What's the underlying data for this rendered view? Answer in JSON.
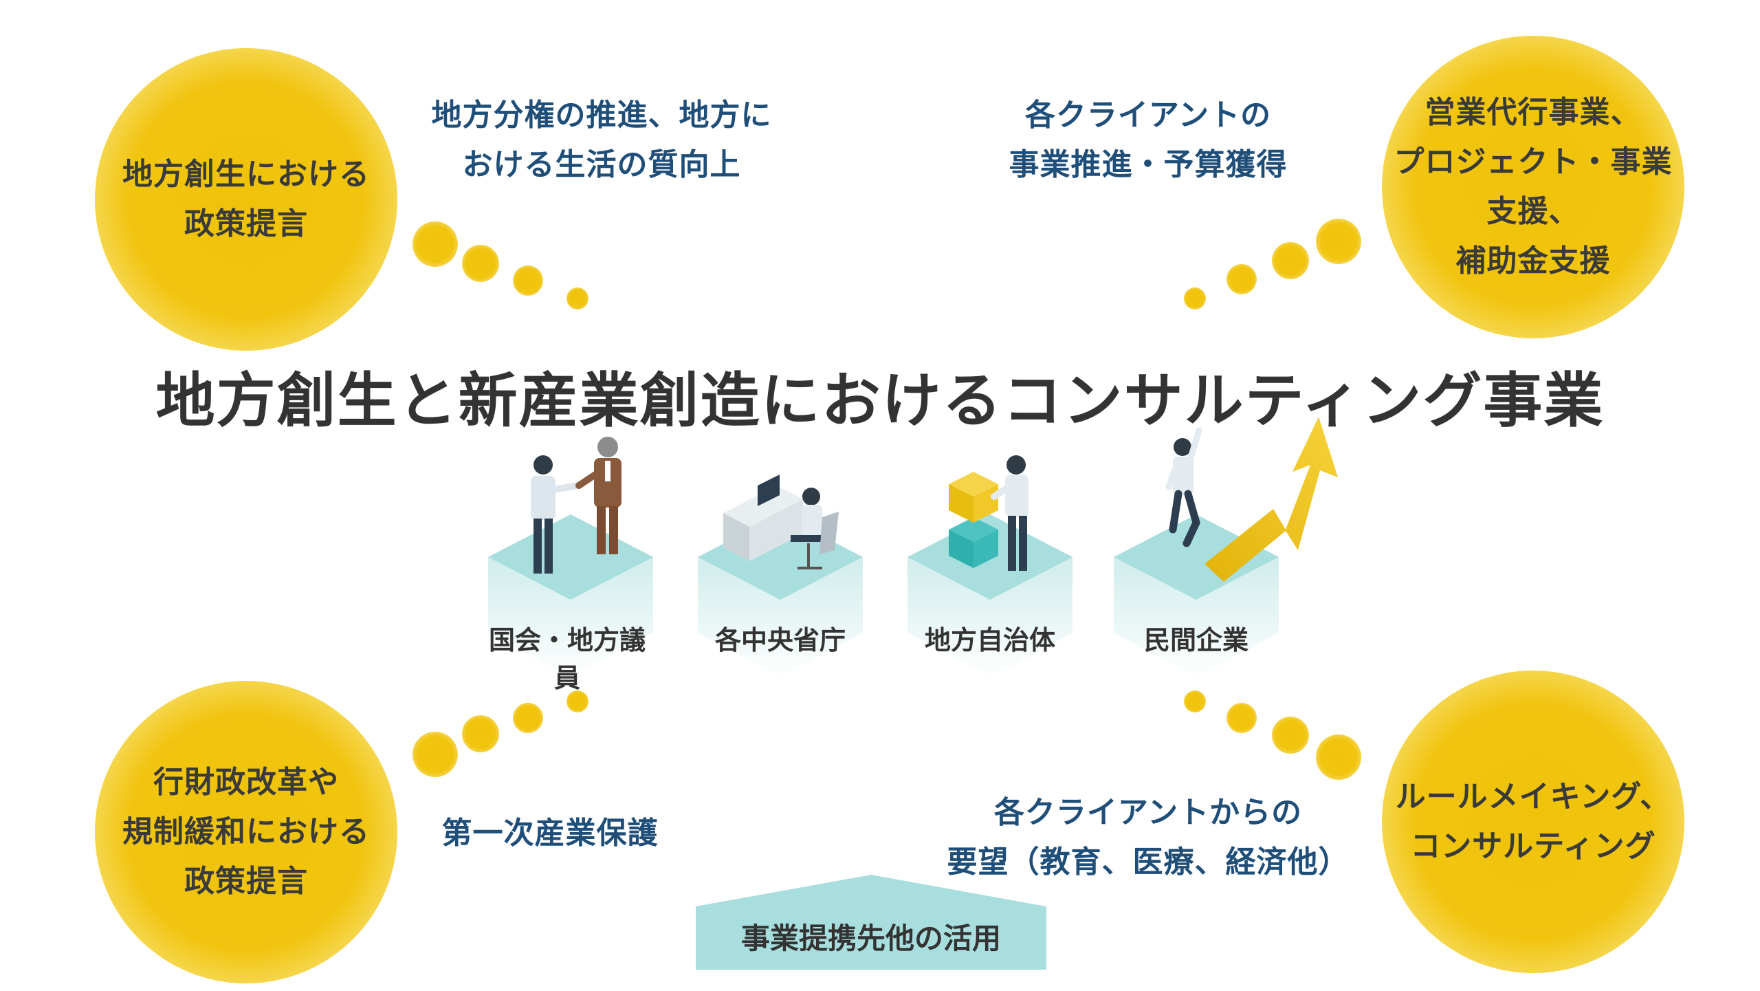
{
  "title": "地方創生と新産業創造におけるコンサルティング事業",
  "corners": {
    "top_left": "地方創生における\n政策提言",
    "top_right": "営業代行事業、\nプロジェクト・事業支援、\n補助金支援",
    "bottom_left": "行財政改革や\n規制緩和における\n政策提言",
    "bottom_right": "ルールメイキング、\nコンサルティング"
  },
  "notes": {
    "top_left": "地方分権の推進、地方に\nおける生活の質向上",
    "top_right": "各クライアントの\n事業推進・予算獲得",
    "bottom_left": "第一次産業保護",
    "bottom_right": "各クライアントからの\n要望（教育、医療、経済他）"
  },
  "stakeholders": [
    "国会・地方議員",
    "各中央省庁",
    "地方自治体",
    "民間企業"
  ],
  "footer_label": "事業提携先他の活用",
  "colors": {
    "yellow": "#f1c40f",
    "teal": "#a8dedd",
    "text_blue": "#1f4e79",
    "text_dark": "#333333"
  }
}
